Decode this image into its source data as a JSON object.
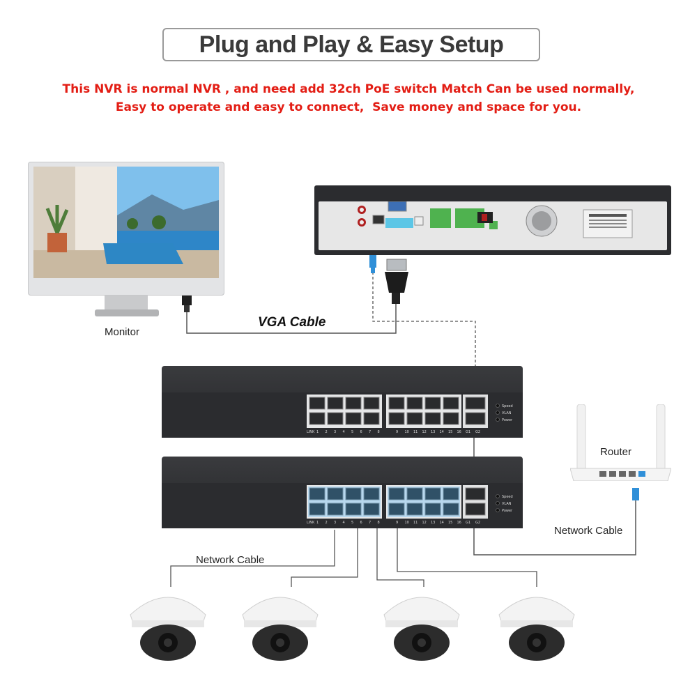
{
  "title": "Plug and Play & Easy Setup",
  "subtitle_line1": "This NVR is normal NVR , and need add 32ch PoE switch Match Can be used normally,",
  "subtitle_line2": "Easy to operate and easy to connect,  Save money and space for you.",
  "labels": {
    "monitor": "Monitor",
    "vga_cable": "VGA Cable",
    "router": "Router",
    "network_cable_right": "Network Cable",
    "network_cable_left": "Network Cable"
  },
  "switch_panel": {
    "link": "LINK",
    "ports": [
      "1",
      "2",
      "3",
      "4",
      "5",
      "6",
      "7",
      "8",
      "9",
      "10",
      "11",
      "12",
      "13",
      "14",
      "15",
      "16"
    ],
    "uplinks": [
      "G1",
      "G2"
    ],
    "leds": [
      "Speed",
      "VLAN",
      "Power"
    ]
  },
  "colors": {
    "title_text": "#3a3a3a",
    "subtitle_text": "#e31d14",
    "device_dark": "#2b2c2f",
    "cable_blue": "#2f8fd8",
    "cable_line": "#555555"
  },
  "icons": [
    "monitor-icon",
    "nvr-icon",
    "poe-switch-icon",
    "router-icon",
    "dome-camera-icon",
    "rj45-plug-icon",
    "vga-plug-icon"
  ]
}
